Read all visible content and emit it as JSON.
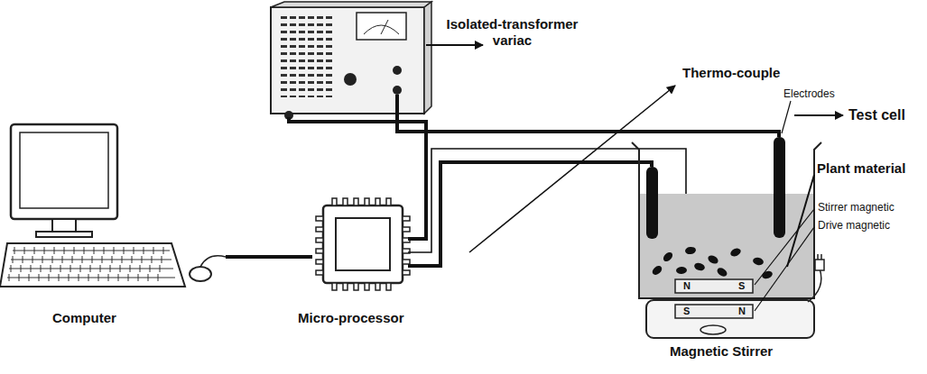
{
  "diagram": {
    "labels": [
      "Isolated-transformer variac",
      "Thermo-couple",
      "Electrodes",
      "Test cell",
      "Plant material",
      "N",
      "S",
      "Stirrer magnetic",
      "S",
      "N",
      "Drive magnetic",
      "Computer",
      "Micro-processor",
      "Magnetic Stirrer"
    ]
  }
}
